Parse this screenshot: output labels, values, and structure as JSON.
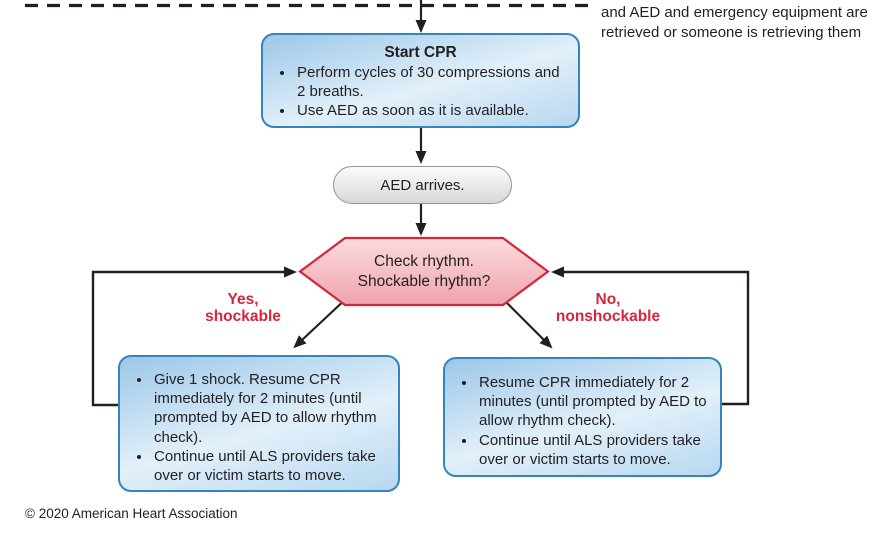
{
  "annotation": {
    "lines": [
      "and AED and emergency equipment are",
      "retrieved or someone is retrieving them"
    ]
  },
  "nodes": {
    "start_cpr": {
      "title": "Start CPR",
      "bullets": [
        "Perform cycles of 30 compressions and 2 breaths.",
        "Use AED as soon as it is available."
      ]
    },
    "aed_arrives": {
      "label": "AED arrives."
    },
    "check_rhythm": {
      "lines": [
        "Check rhythm.",
        "Shockable rhythm?"
      ]
    },
    "shockable_branch": {
      "lines": [
        "Yes,",
        "shockable"
      ]
    },
    "nonshockable_branch": {
      "lines": [
        "No,",
        "nonshockable"
      ]
    },
    "shock_box": {
      "bullets": [
        "Give 1 shock. Resume CPR immediately for 2 minutes (until prompted by AED to allow rhythm check).",
        "Continue until ALS providers take over or victim starts to move."
      ]
    },
    "cpr_box": {
      "bullets": [
        "Resume CPR immediately for 2 minutes (until prompted by AED to allow rhythm check).",
        "Continue until ALS providers take over or victim starts to move."
      ]
    }
  },
  "footer": {
    "copyright": "© 2020 American Heart Association"
  },
  "colors": {
    "box_border_blue": "#3584bb",
    "box_fill_blue": "#bcdaf1",
    "hexagon_border_red": "#d4273a",
    "hexagon_fill_pink": "#f4b6bd",
    "branch_label_red": "#d4273a",
    "pill_border_gray": "#949494",
    "line_black": "#231f20"
  }
}
